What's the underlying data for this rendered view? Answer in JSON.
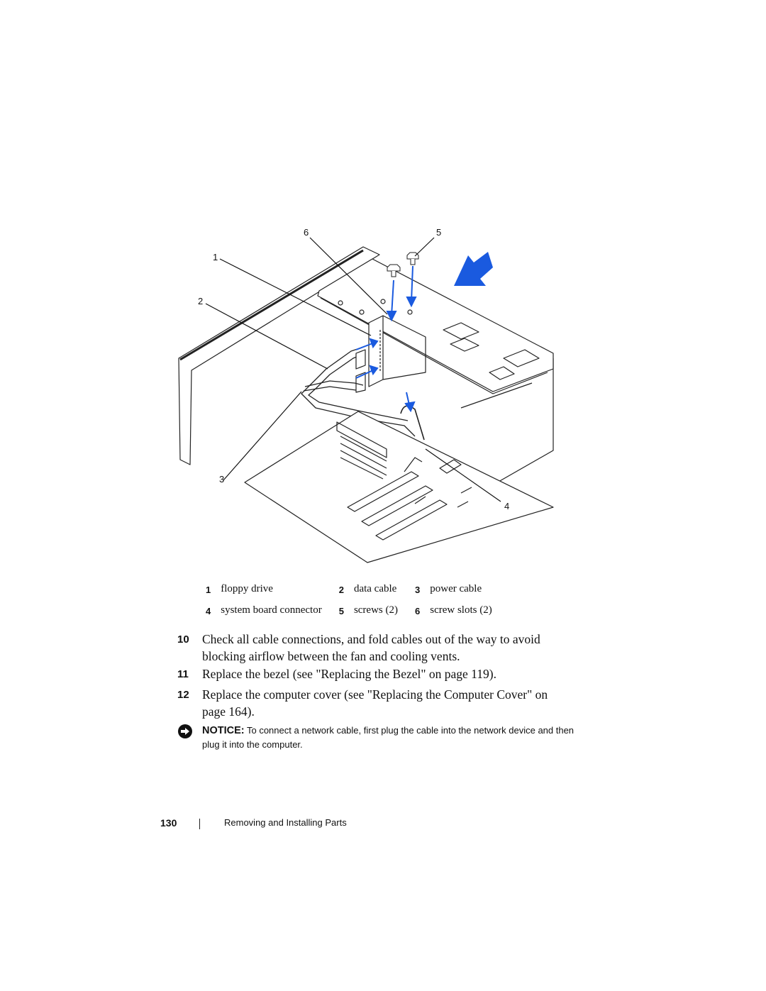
{
  "figure": {
    "callouts": [
      "1",
      "2",
      "3",
      "4",
      "5",
      "6"
    ],
    "arrow_color": "#1a5adf"
  },
  "legend": [
    [
      {
        "num": "1",
        "label": "floppy drive"
      },
      {
        "num": "2",
        "label": "data cable"
      },
      {
        "num": "3",
        "label": "power cable"
      }
    ],
    [
      {
        "num": "4",
        "label": "system board connector"
      },
      {
        "num": "5",
        "label": "screws (2)"
      },
      {
        "num": "6",
        "label": "screw slots (2)"
      }
    ]
  ],
  "steps": [
    {
      "num": "10",
      "text": "Check all cable connections, and fold cables out of the way to avoid blocking airflow between the fan and cooling vents."
    },
    {
      "num": "11",
      "text": "Replace the bezel (see \"Replacing the Bezel\" on page 119)."
    },
    {
      "num": "12",
      "text": "Replace the computer cover (see \"Replacing the Computer Cover\" on page 164)."
    }
  ],
  "notice": {
    "label": "NOTICE:",
    "text": " To connect a network cable, first plug the cable into the network device and then plug it into the computer."
  },
  "footer": {
    "page_number": "130",
    "section_title": "Removing and Installing Parts"
  }
}
